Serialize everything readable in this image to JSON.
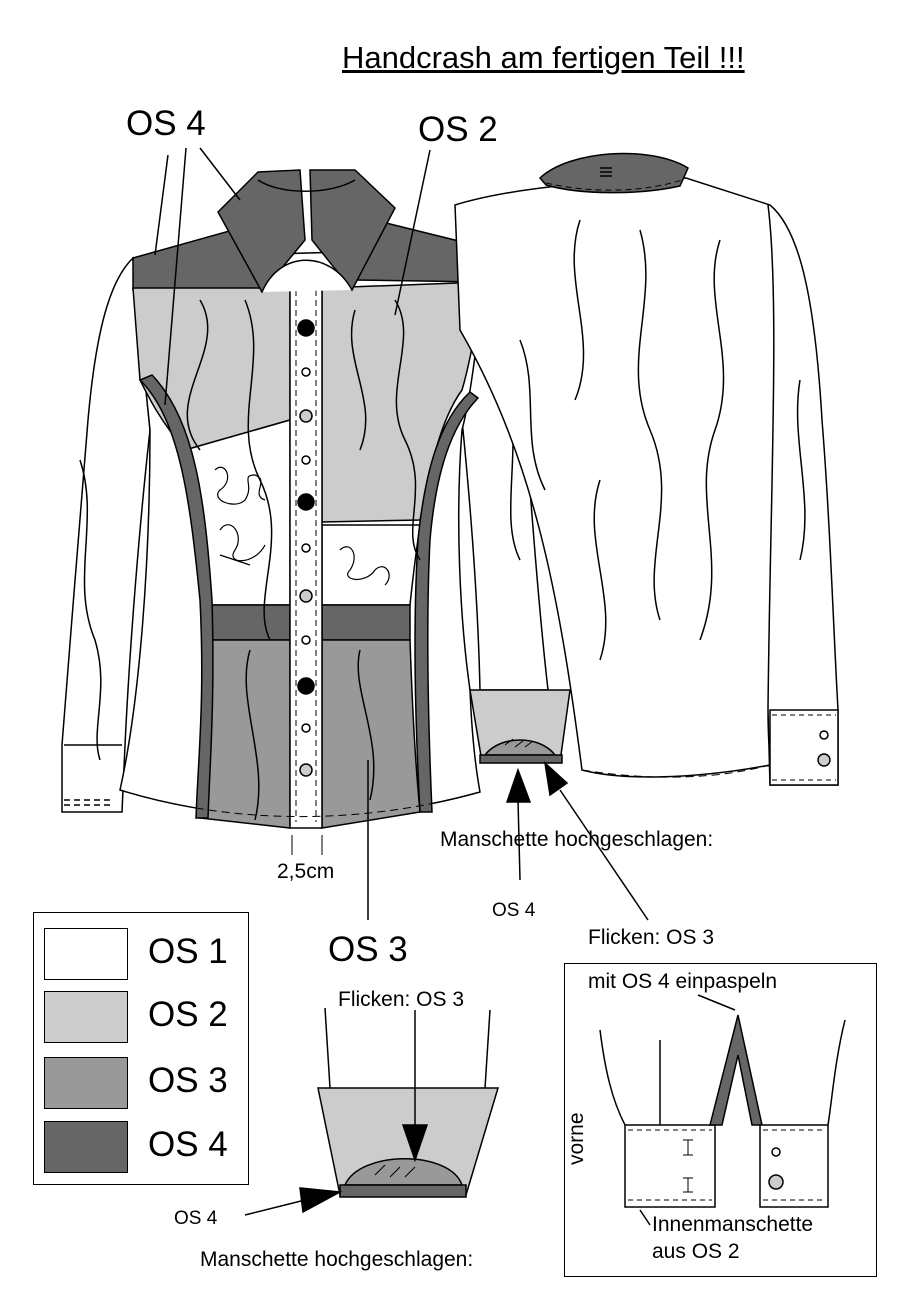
{
  "title": "Handcrash am fertigen Teil !!!",
  "colors": {
    "os1": "#ffffff",
    "os2": "#cccccc",
    "os3": "#999999",
    "os4": "#666666",
    "line": "#000000"
  },
  "callouts": {
    "os4_top": "OS 4",
    "os2_top": "OS 2",
    "os3_mid": "OS 3",
    "measure": "2,5cm",
    "manschette_right": "Manschette hochgeschlagen:",
    "os4_right": "OS 4",
    "flicken_right": "Flicken: OS 3",
    "flicken_center": "Flicken: OS 3",
    "os4_center": "OS 4",
    "manschette_center": "Manschette hochgeschlagen:"
  },
  "legend": [
    {
      "label": "OS 1",
      "color": "#ffffff"
    },
    {
      "label": "OS 2",
      "color": "#cccccc"
    },
    {
      "label": "OS 3",
      "color": "#999999"
    },
    {
      "label": "OS 4",
      "color": "#666666"
    }
  ],
  "detail": {
    "einpaspeln": "mit OS 4 einpaspeln",
    "vorne": "vorne",
    "innen_line1": "Innenmanschette",
    "innen_line2": "aus OS 2"
  }
}
